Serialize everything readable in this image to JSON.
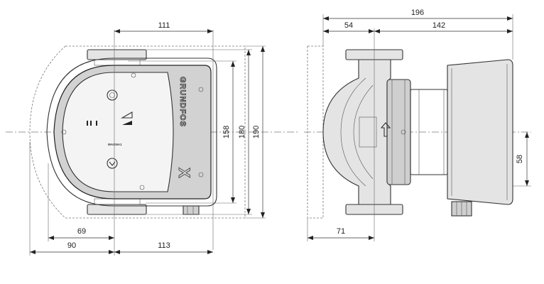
{
  "dimensions": {
    "front_width_111": "111",
    "front_height_158": "158",
    "front_height_180": "180",
    "front_height_190": "190",
    "front_left_69": "69",
    "front_left_90": "90",
    "front_right_113": "113",
    "side_total_196": "196",
    "side_left_54": "54",
    "side_right_142": "142",
    "side_left_71": "71",
    "side_height_58": "58"
  },
  "front_view": {
    "brand_label": "GRUNDFOS",
    "model_label": "MAGNA1",
    "brand_mark": "X"
  }
}
